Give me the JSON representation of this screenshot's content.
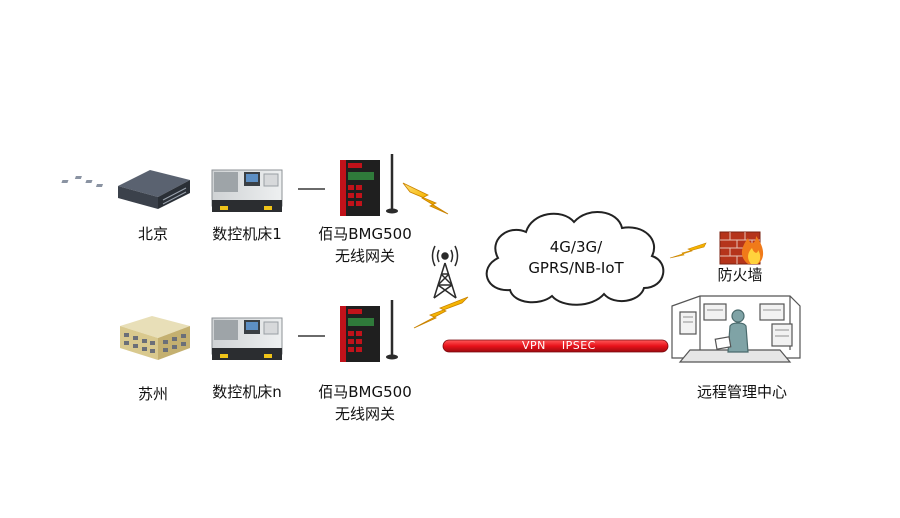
{
  "sites": {
    "beijing": {
      "city": "北京",
      "machine": "数控机床1",
      "gateway_line1": "佰马BMG500",
      "gateway_line2": "无线网关"
    },
    "suzhou": {
      "city": "苏州",
      "machine": "数控机床n",
      "gateway_line1": "佰马BMG500",
      "gateway_line2": "无线网关"
    }
  },
  "network": {
    "cloud_line1": "4G/3G/",
    "cloud_line2": "GPRS/NB-IoT"
  },
  "vpn": {
    "label": "VPN    IPSEC",
    "color": "#e8121a"
  },
  "firewall": {
    "label": "防火墙"
  },
  "control_center": {
    "label": "远程管理中心"
  },
  "colors": {
    "lightning": "#f5b400",
    "lightning_dark": "#d98c00",
    "router_body": "#1f1f1f",
    "router_accent": "#c1121a",
    "brick": "#b5341b",
    "flame": "#f07a1a"
  }
}
